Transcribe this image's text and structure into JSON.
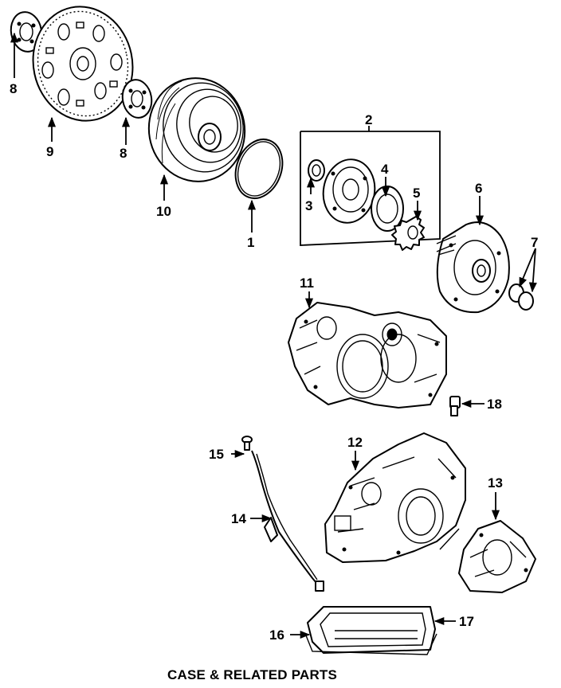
{
  "caption": "CASE & RELATED PARTS",
  "callouts": {
    "c1": "1",
    "c2": "2",
    "c3": "3",
    "c4": "4",
    "c5": "5",
    "c6": "6",
    "c7": "7",
    "c8a": "8",
    "c8b": "8",
    "c9": "9",
    "c10": "10",
    "c11": "11",
    "c12": "12",
    "c13": "13",
    "c14": "14",
    "c15": "15",
    "c16": "16",
    "c17": "17",
    "c18": "18"
  }
}
